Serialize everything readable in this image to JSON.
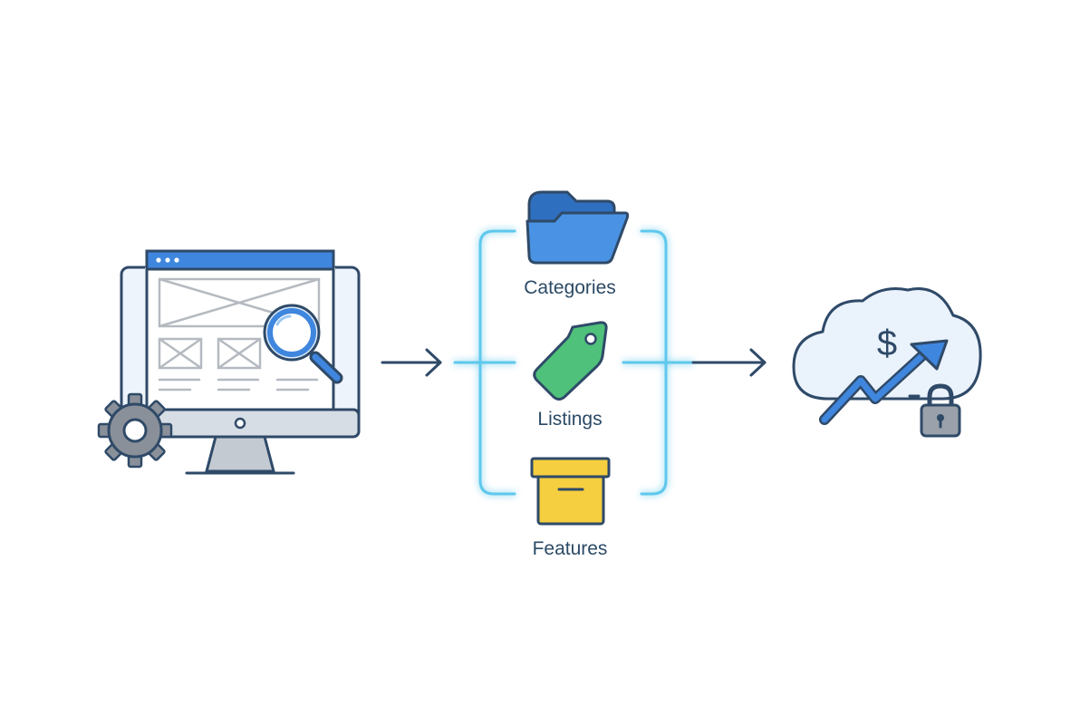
{
  "nodes": {
    "categories": {
      "label": "Categories",
      "icon": "folder-icon"
    },
    "listings": {
      "label": "Listings",
      "icon": "price-tag-icon"
    },
    "features": {
      "label": "Features",
      "icon": "box-icon"
    }
  },
  "left_icon": "monitor-with-magnifier-and-gear-icon",
  "right_icon": "cloud-with-dollar-growth-and-lock-icon",
  "colors": {
    "outline": "#2f4a68",
    "accent_blue": "#3f86de",
    "glow_cyan": "#5fc8ec",
    "tag_green": "#4fc17a",
    "box_yellow": "#f5cf3f",
    "gear_gray": "#8a9099",
    "light_fill": "#eef4fb"
  }
}
